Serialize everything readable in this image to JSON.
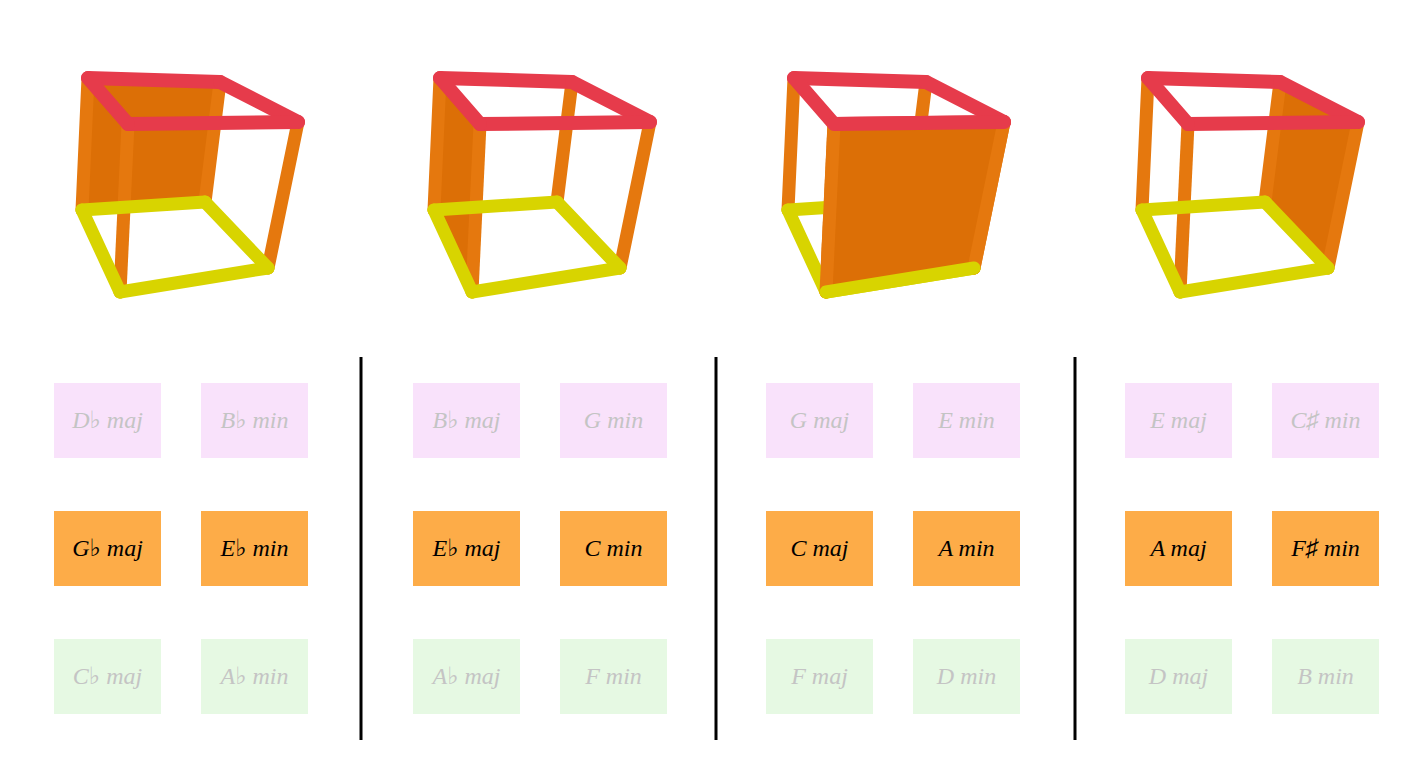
{
  "diagram": {
    "nodes": [
      {
        "text": [
          "D♭ maj"
        ]
      },
      {
        "text": [
          "B♭ min"
        ]
      },
      {
        "text": [
          "G♭ maj"
        ]
      },
      {
        "text": [
          "E♭ min"
        ]
      },
      {
        "text": [
          "C♭ maj"
        ]
      },
      {
        "text": [
          "A♭ min"
        ]
      },
      {
        "text": [
          "B♭ maj"
        ]
      },
      {
        "text": [
          "G min"
        ]
      },
      {
        "text": [
          "E♭ maj"
        ]
      },
      {
        "text": [
          "C min"
        ]
      },
      {
        "text": [
          "A♭ maj"
        ]
      },
      {
        "text": [
          "F min"
        ]
      },
      {
        "text": [
          "G maj"
        ]
      },
      {
        "text": [
          "E min"
        ]
      },
      {
        "text": [
          "C maj"
        ]
      },
      {
        "text": [
          "A min"
        ]
      },
      {
        "text": [
          "F maj"
        ]
      },
      {
        "text": [
          "D min"
        ]
      },
      {
        "text": [
          "E maj"
        ]
      },
      {
        "text": [
          "C♯ min"
        ]
      },
      {
        "text": [
          "A maj"
        ]
      },
      {
        "text": [
          "F♯ min"
        ]
      },
      {
        "text": [
          "D maj"
        ]
      },
      {
        "text": [
          "B min"
        ]
      }
    ]
  }
}
